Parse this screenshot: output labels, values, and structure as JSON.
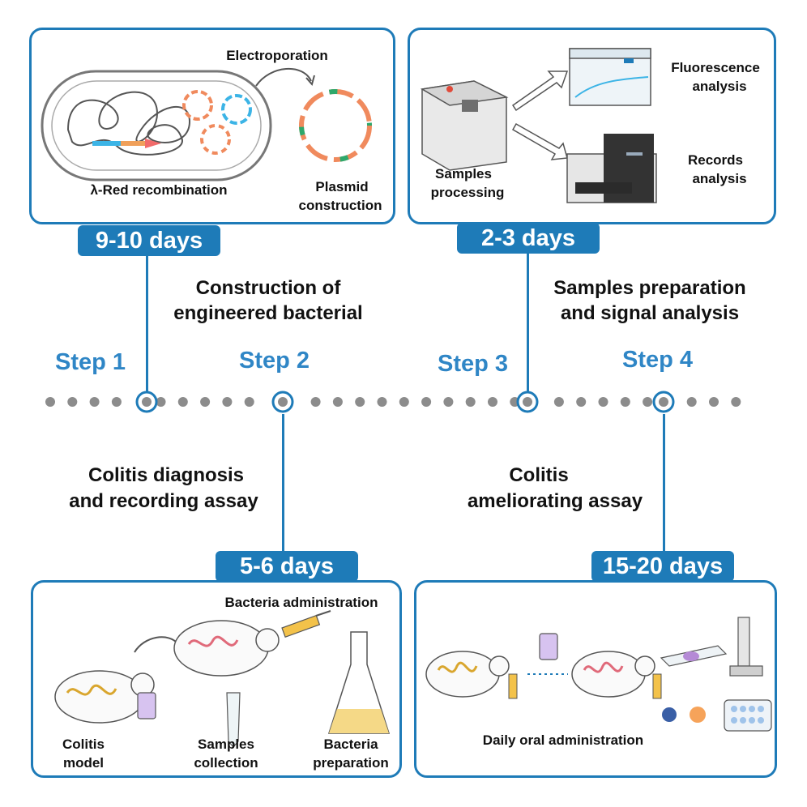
{
  "steps": {
    "step1": "Step 1",
    "step2": "Step 2",
    "step3": "Step 3",
    "step4": "Step 4"
  },
  "durations": {
    "step1": "9-10 days",
    "step2": "5-6 days",
    "step3": "2-3 days",
    "step4": "15-20 days"
  },
  "descriptions": {
    "step1_line1": "Construction of",
    "step1_line2": "engineered bacterial",
    "step2_line1": "Colitis diagnosis",
    "step2_line2": "and recording assay",
    "step3_line1": "Samples preparation",
    "step3_line2": "and  signal analysis",
    "step4_line1": "Colitis",
    "step4_line2": "ameliorating assay"
  },
  "panel1": {
    "electroporation": "Electroporation",
    "lambda_red": "λ-Red recombination",
    "plasmid_line1": "Plasmid",
    "plasmid_line2": "construction"
  },
  "panel3": {
    "fluorescence_line1": "Fluorescence",
    "fluorescence_line2": "analysis",
    "records_line1": "Records",
    "records_line2": "analysis",
    "samples_line1": "Samples",
    "samples_line2": "processing"
  },
  "panel2": {
    "bacteria_admin": "Bacteria administration",
    "colitis_line1": "Colitis",
    "colitis_line2": "model",
    "samples_line1": "Samples",
    "samples_line2": "collection",
    "bacteria_prep_line1": "Bacteria",
    "bacteria_prep_line2": "preparation"
  },
  "panel4": {
    "daily_oral": "Daily oral administration"
  },
  "colors": {
    "accent": "#1e7bb8",
    "step_text": "#2f86c6",
    "dots": "#8c8c8c"
  }
}
